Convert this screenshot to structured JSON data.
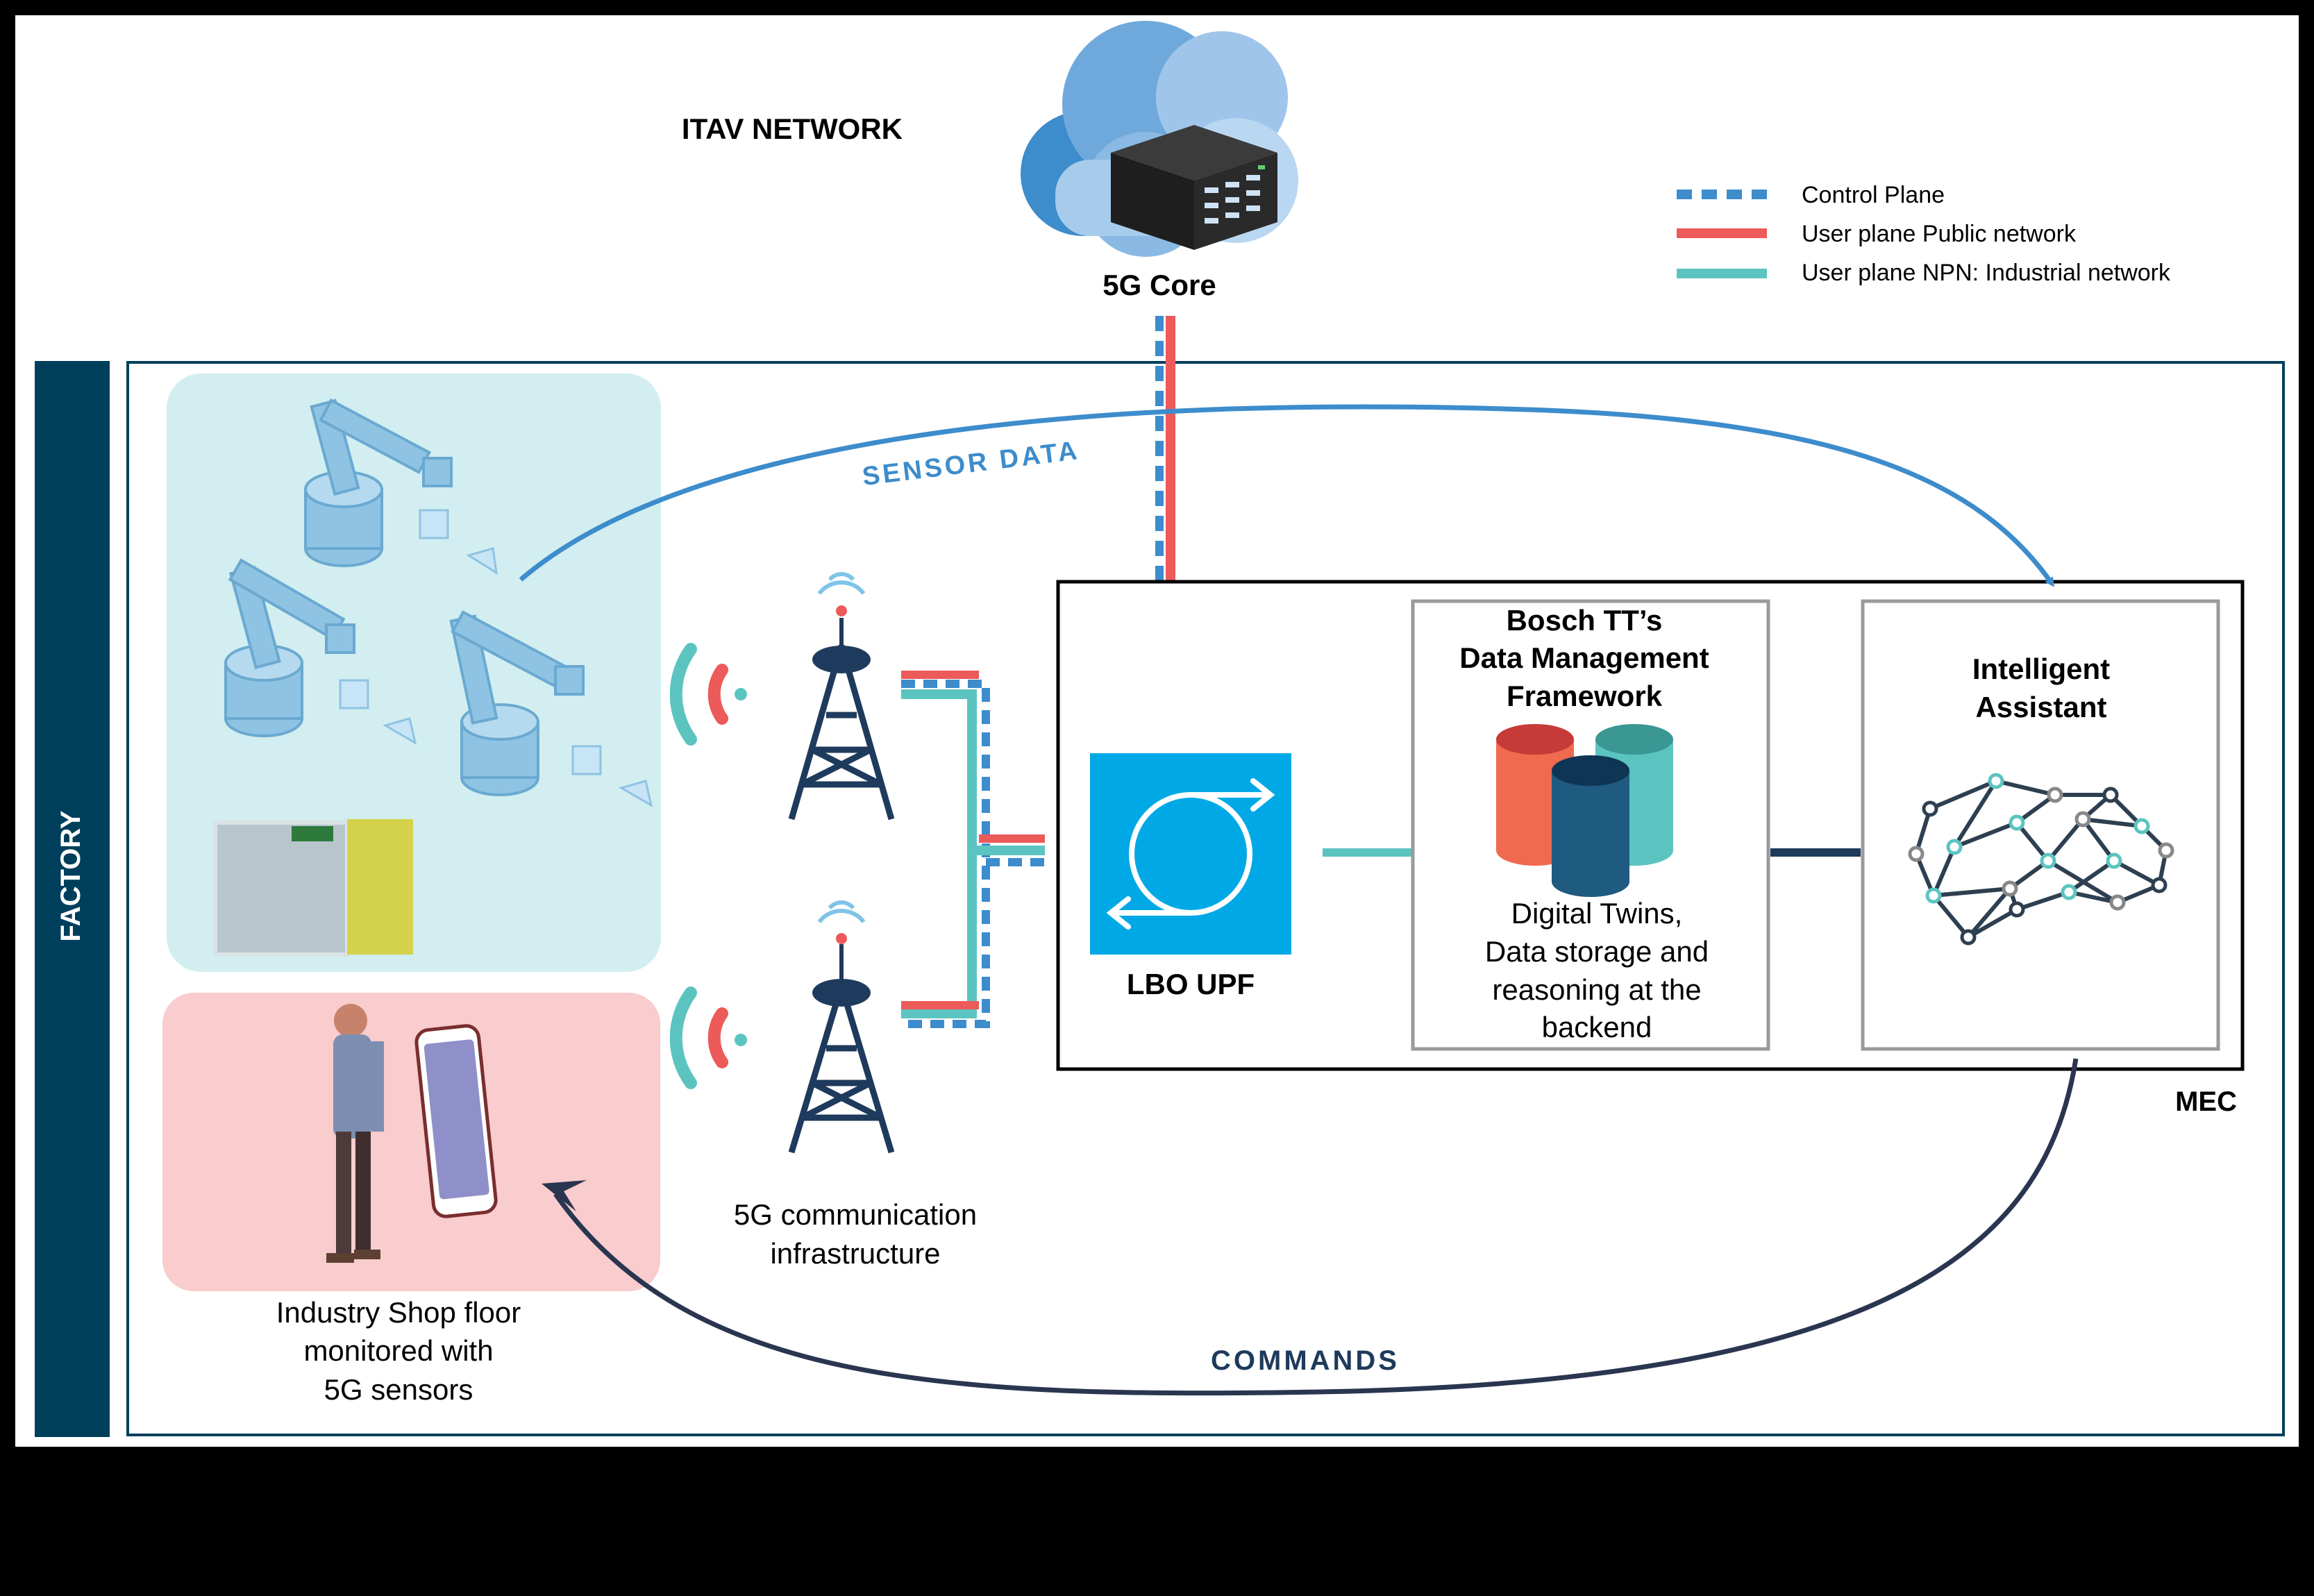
{
  "colors": {
    "canvas_bg": "#ffffff",
    "page_bg": "#000000",
    "factory_navy": "#003f5c",
    "control_blue": "#3d8ccc",
    "public_red": "#ec5a5a",
    "npn_teal": "#5cc4c0",
    "upf_blue": "#00a9e6",
    "sensor_arrow": "#3d8ccc",
    "commands_arrow": "#2a3550",
    "robot_zone": "#d2eef0",
    "worker_zone": "#f9cccd"
  },
  "core": {
    "network_label": "ITAV NETWORK",
    "core_label": "5G Core",
    "icons": {
      "cloud": "cloud-icon",
      "server": "server-rack-icon"
    }
  },
  "legend": {
    "items": [
      {
        "key": "control",
        "label": "Control Plane",
        "style": "dashed",
        "color": "#3d8ccc"
      },
      {
        "key": "public",
        "label": "User plane Public network",
        "style": "solid",
        "color": "#ec5a5a"
      },
      {
        "key": "npn",
        "label": "User plane NPN: Industrial network",
        "style": "solid",
        "color": "#5cc4c0"
      }
    ]
  },
  "factory": {
    "side_label": "FACTORY",
    "sensor_label": "SENSOR DATA",
    "commands_label": "COMMANDS",
    "shop_floor_caption": [
      "Industry Shop floor",
      "monitored with",
      "5G sensors"
    ],
    "infra_caption": [
      "5G communication",
      "infrastructure"
    ],
    "icons": {
      "robot": "robot-arm-icon",
      "tower": "cell-tower-icon",
      "person": "worker-icon",
      "phone": "smartphone-icon",
      "device": "sensor-device-icon",
      "signal": "wireless-signal-icon"
    }
  },
  "mec": {
    "label": "MEC",
    "upf_label": "LBO UPF",
    "dmf_title": [
      "Bosch TT’s",
      "Data Management",
      "Framework"
    ],
    "dmf_body": [
      "Digital Twins,",
      "Data storage and",
      "reasoning at the",
      "backend"
    ],
    "assistant_title": [
      "Intelligent",
      "Assistant"
    ],
    "icons": {
      "upf": "cycle-arrows-icon",
      "database": "database-icon",
      "brain": "neural-network-icon"
    }
  }
}
